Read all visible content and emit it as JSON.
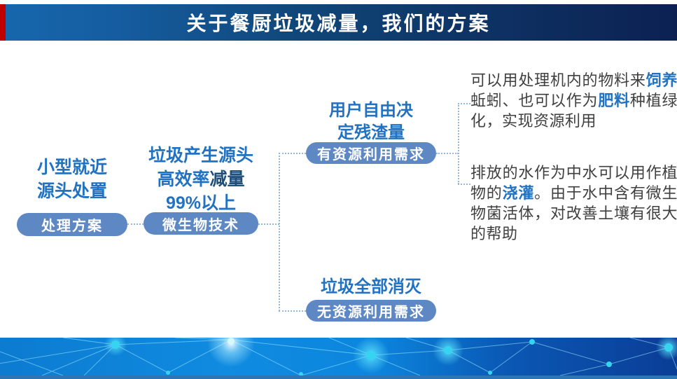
{
  "header": {
    "title": "关于餐厨垃圾减量，我们的方案"
  },
  "diagram": {
    "step1": {
      "heading_line1": "小型就近",
      "heading_line2": "源头处置",
      "pill_label": "处理方案"
    },
    "step2": {
      "heading_line1": "垃圾产生源头",
      "heading_line2_segments": [
        {
          "text": "高效率"
        },
        {
          "text": "减量",
          "dark": true
        }
      ],
      "heading_line3": "99%以上",
      "pill_label": "微生物技术"
    },
    "branch_top": {
      "heading_line1": "用户自由决",
      "heading_line2": "定残渣量",
      "pill_label": "有资源利用需求"
    },
    "branch_bottom": {
      "heading": "垃圾全部消灭",
      "pill_label": "无资源利用需求"
    },
    "outcome_top_segments": [
      {
        "text": "可以用处理机内的物料来"
      },
      {
        "text": "饲养",
        "em": true
      },
      {
        "text": "蚯蚓、也可以作为"
      },
      {
        "text": "肥料",
        "em": true
      },
      {
        "text": "种植绿化，实现资源利用"
      }
    ],
    "outcome_bottom_segments": [
      {
        "text": "排放的水作为中水可以用作植物的"
      },
      {
        "text": "浇灌",
        "em": true
      },
      {
        "text": "。由于水中含有微生物菌活体，对改善土壤有很大的帮助"
      }
    ]
  },
  "colors": {
    "heading_blue": "#2272C2",
    "heading_dark_blue": "#1F4E79",
    "pill_background": "#5E88C4",
    "pill_text": "#FFFFFF",
    "body_text": "#3F3F3F",
    "connector_dotted": "#94B7DC",
    "title_banner_left": "#1667AE",
    "title_banner_right": "#0C2152",
    "red_accent": "#C00000",
    "network_banner_blue": "#0C7BD0",
    "bottom_strip": "#2E75B6"
  }
}
